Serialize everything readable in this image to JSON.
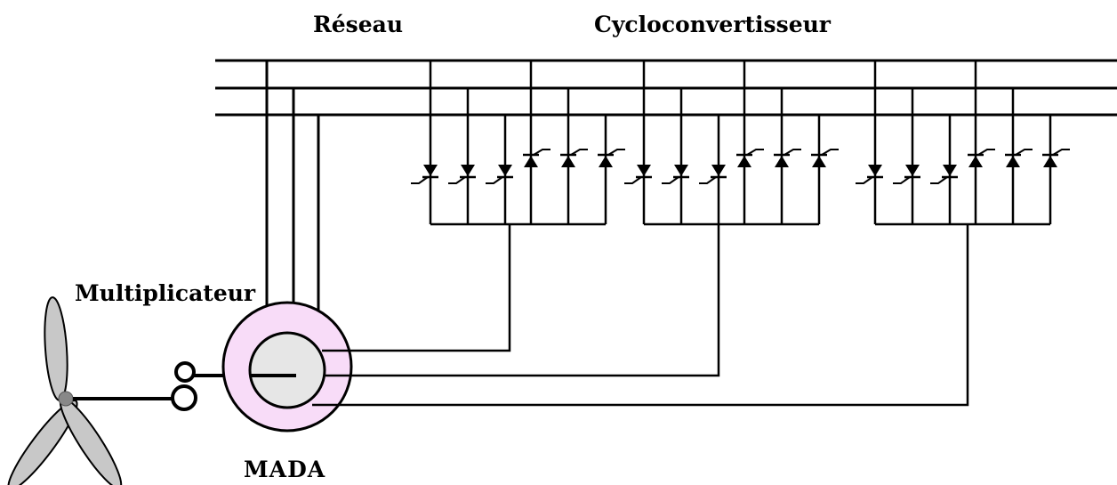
{
  "labels": {
    "network": "Réseau",
    "cycloconverter": "Cycloconvertisseur",
    "gearbox": "Multiplicateur",
    "machine": "MADA"
  },
  "colors": {
    "line": "#000000",
    "stator_ring": "#f8dcf8",
    "rotor_core": "#e6e6e6",
    "blade": "#c8c8c8",
    "hub": "#888888"
  },
  "structure": {
    "phases": 3,
    "converter_groups": 3,
    "thyristors_per_group": 6
  }
}
